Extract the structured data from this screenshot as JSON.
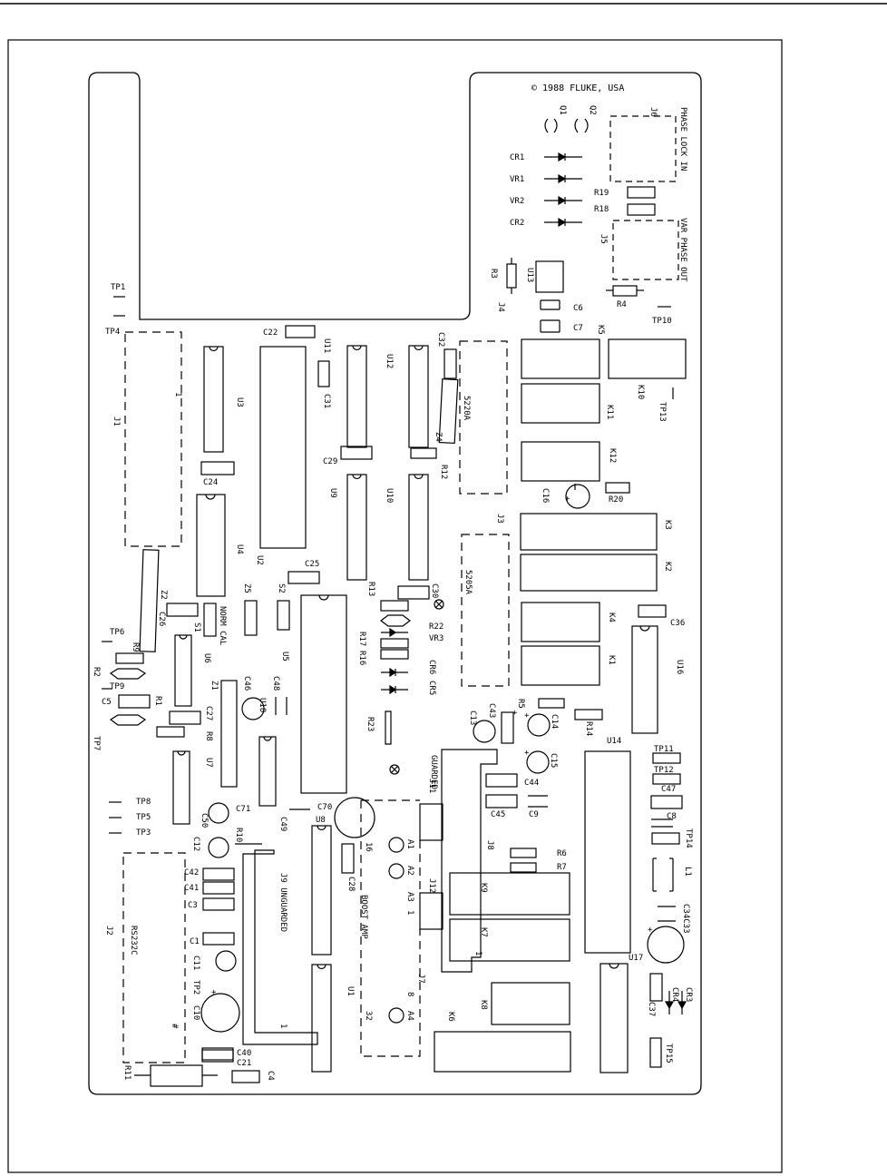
{
  "copyright": "© 1988 FLUKE, USA",
  "labels": {
    "cr1": "CR1",
    "vr1": "VR1",
    "vr2": "VR2",
    "cr2": "CR2",
    "r19": "R19",
    "r18": "R18",
    "r3": "R3",
    "u13": "U13",
    "r4": "R4",
    "tp10": "TP10",
    "c6": "C6",
    "c7": "C7",
    "k5": "K5",
    "j4": "J4",
    "tp1": "TP1",
    "tp4": "TP4",
    "c22": "C22",
    "u11": "U11",
    "u12": "U12",
    "c32": "C32",
    "c31": "C31",
    "j1": "J1",
    "u3": "U3",
    "c24": "C24",
    "u2": "U2",
    "c29": "C29",
    "z4": "Z4",
    "r12": "R12",
    "u9": "U9",
    "u10": "U10",
    "k12": "K12",
    "c16": "C16",
    "r20": "R20",
    "j3": "J3",
    "k3": "K3",
    "k2": "K2",
    "u4": "U4",
    "c25": "C25",
    "z2": "Z2",
    "z5": "Z5",
    "s2": "S2",
    "r13": "R13",
    "c30": "C30",
    "c26": "C26",
    "s1": "S1",
    "tp6": "TP6",
    "r9": "R9",
    "r2": "R2",
    "tp9": "TP9",
    "c5": "C5",
    "r1": "R1",
    "tp7": "TP7",
    "u6": "U6",
    "u5": "U5",
    "z1": "Z1",
    "c46": "C46",
    "c48": "C48",
    "r22": "R22",
    "vr3": "VR3",
    "r17": "R17",
    "r16": "R16",
    "cr6": "CR6",
    "cr5": "CR5",
    "k4": "K4",
    "c36": "C36",
    "k1": "K1",
    "u16": "U16",
    "c27": "C27",
    "r8": "R8",
    "u7": "U7",
    "u18": "U18",
    "r23": "R23",
    "c43": "C43",
    "r5": "R5",
    "c13": "C13",
    "c14": "C14",
    "r14": "R14",
    "u14": "U14",
    "c15": "C15",
    "tp11": "TP11",
    "tp12": "TP12",
    "c47": "C47",
    "c44": "C44",
    "tp8": "TP8",
    "tp5": "TP5",
    "tp3": "TP3",
    "c71": "C71",
    "c50": "C50",
    "c12": "C12",
    "r10": "R10",
    "c49": "C49",
    "c70": "C70",
    "u8": "U8",
    "j11": "J11",
    "c45": "C45",
    "c9": "C9",
    "c8": "C8",
    "tp14": "TP14",
    "j8": "J8",
    "r6": "R6",
    "r7": "R7",
    "l1": "L1",
    "c42": "C42",
    "c41": "C41",
    "c3": "C3",
    "j9": "J9",
    "c28": "C28",
    "a1": "A1",
    "a2": "A2",
    "a3": "A3",
    "j12": "J12",
    "k9": "K9",
    "k7": "K7",
    "c34c33": "C34C33",
    "j2": "J2",
    "c1": "C1",
    "c11": "C11",
    "tp2": "TP2",
    "c10": "C10",
    "u1": "U1",
    "j7": "J7",
    "a4": "A4",
    "k8": "K8",
    "u17": "U17",
    "c37": "C37",
    "cr4": "CR4",
    "cr3": "CR3",
    "k6": "K6",
    "tp15": "TP15",
    "c40": "C40",
    "c21": "C21",
    "c4": "C4",
    "r11": "R11",
    "k10": "K10",
    "tp13": "TP13",
    "k11": "K11"
  },
  "vertical_text": {
    "q1": "Q1",
    "q2": "Q2",
    "j6": "J6",
    "phase_lock_in": "PHASE LOCK IN",
    "j5": "J5",
    "var_phase_out": "VAR PHASE OUT",
    "m5220a": "5220A",
    "m5205a": "5205A",
    "norm_cal": "NORM CAL",
    "guarded": "GUARDED",
    "unguarded": "UNGUARDED",
    "boost_amp": "BOOST AMP",
    "rs232c": "RS232C",
    "j9_pin1": "1",
    "j1_pin1": "1",
    "pin16": "16",
    "pin8": "8",
    "pin32": "32",
    "pin1b": "1",
    "pin1c": "1",
    "pin1d": "1",
    "hash": "#"
  }
}
